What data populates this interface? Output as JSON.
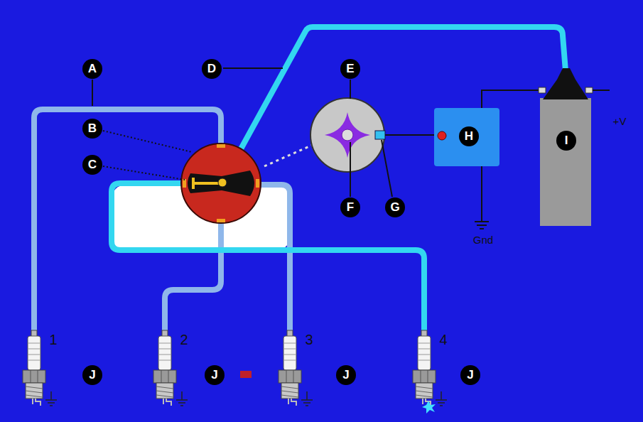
{
  "diagram": {
    "labels": [
      "A",
      "B",
      "C",
      "D",
      "E",
      "F",
      "G",
      "H",
      "I",
      "J",
      "J",
      "J",
      "J",
      "1",
      "2",
      "3",
      "4",
      "+V",
      "Gnd"
    ]
  }
}
